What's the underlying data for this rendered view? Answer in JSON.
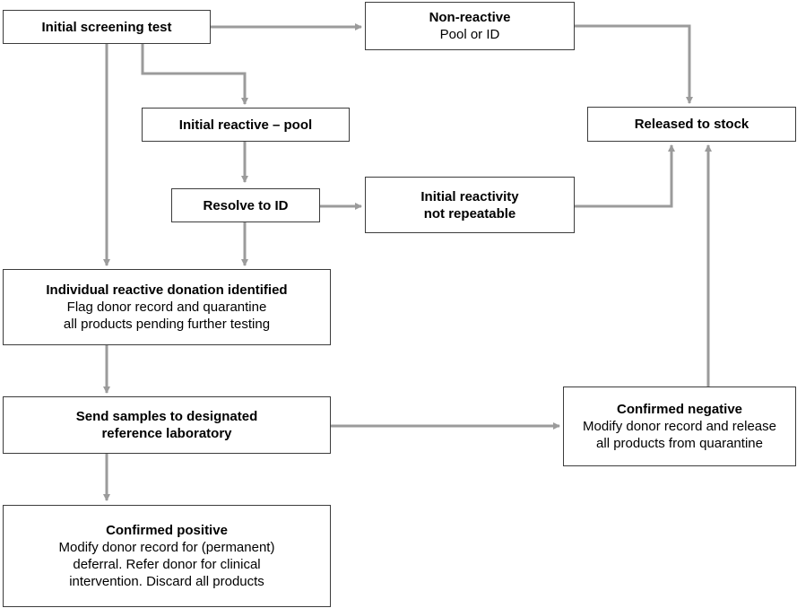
{
  "colors": {
    "arrow": "#9b9b9b",
    "border": "#3c3c3c",
    "background": "#ffffff"
  },
  "nodes": {
    "initial_screening": {
      "title": "Initial screening test"
    },
    "non_reactive": {
      "title": "Non-reactive",
      "detail": "Pool or ID"
    },
    "initial_reactive_pool": {
      "title": "Initial reactive – pool"
    },
    "released_to_stock": {
      "title": "Released to stock"
    },
    "resolve_to_id": {
      "title": "Resolve to ID"
    },
    "initial_reactivity": {
      "title": "Initial reactivity\nnot repeatable"
    },
    "individual_reactive": {
      "title": "Individual reactive donation identified",
      "detail": "Flag donor record and quarantine\nall products pending further testing"
    },
    "send_samples": {
      "title": "Send samples to designated\nreference laboratory"
    },
    "confirmed_negative": {
      "title": "Confirmed negative",
      "detail": "Modify donor record and release\nall products from quarantine"
    },
    "confirmed_positive": {
      "title": "Confirmed positive",
      "detail": "Modify donor record for (permanent)\ndeferral. Refer donor for clinical\nintervention. Discard all products"
    }
  }
}
